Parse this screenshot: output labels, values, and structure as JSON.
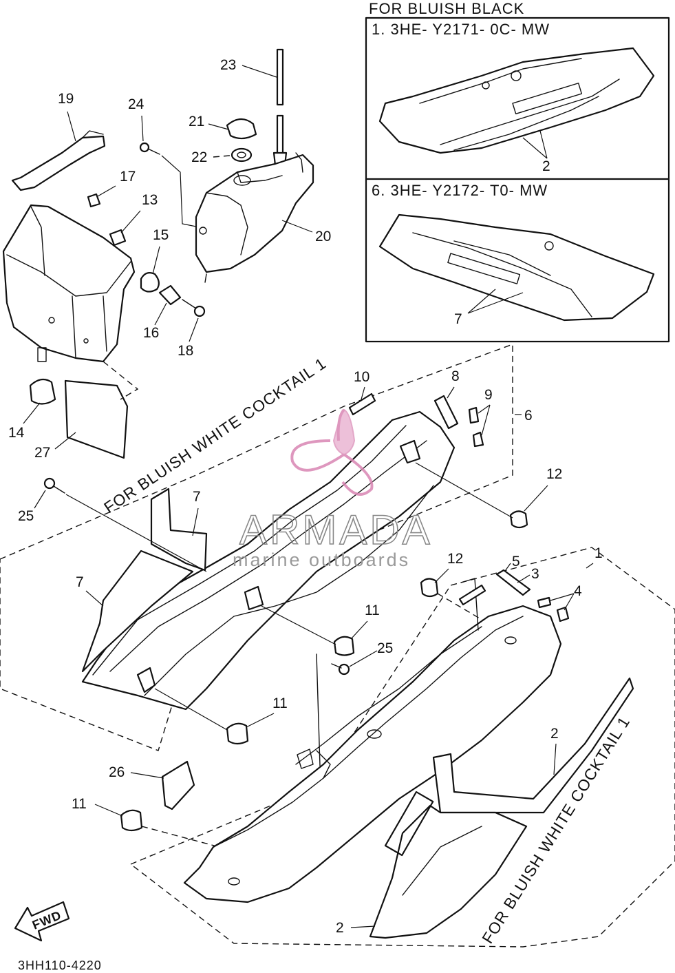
{
  "headers": {
    "bluish_black": "FOR BLUISH BLACK",
    "white_cocktail_left": "FOR BLUISH WHITE COCKTAIL 1",
    "white_cocktail_right": "FOR BLUISH WHITE COCKTAIL 1"
  },
  "inset_parts": {
    "part1": "1. 3HE- Y2171- 0C- MW",
    "part6": "6. 3HE- Y2172- T0- MW"
  },
  "callouts": {
    "n1": "1",
    "n2a": "2",
    "n2b": "2",
    "n2c": "2",
    "n3": "3",
    "n4": "4",
    "n5": "5",
    "n6": "6",
    "n7a": "7",
    "n7b": "7",
    "n7c": "7",
    "n8": "8",
    "n9": "9",
    "n10": "10",
    "n11a": "11",
    "n11b": "11",
    "n11c": "11",
    "n12a": "12",
    "n12b": "12",
    "n13": "13",
    "n14": "14",
    "n15": "15",
    "n16": "16",
    "n17": "17",
    "n18": "18",
    "n19": "19",
    "n20": "20",
    "n21": "21",
    "n22": "22",
    "n23": "23",
    "n24": "24",
    "n25a": "25",
    "n25b": "25",
    "n26": "26",
    "n27": "27"
  },
  "watermark": {
    "brand": "ARMADA",
    "tagline": "marine outboards"
  },
  "fwd_label": "FWD",
  "diagram_code": "3HH110-4220"
}
